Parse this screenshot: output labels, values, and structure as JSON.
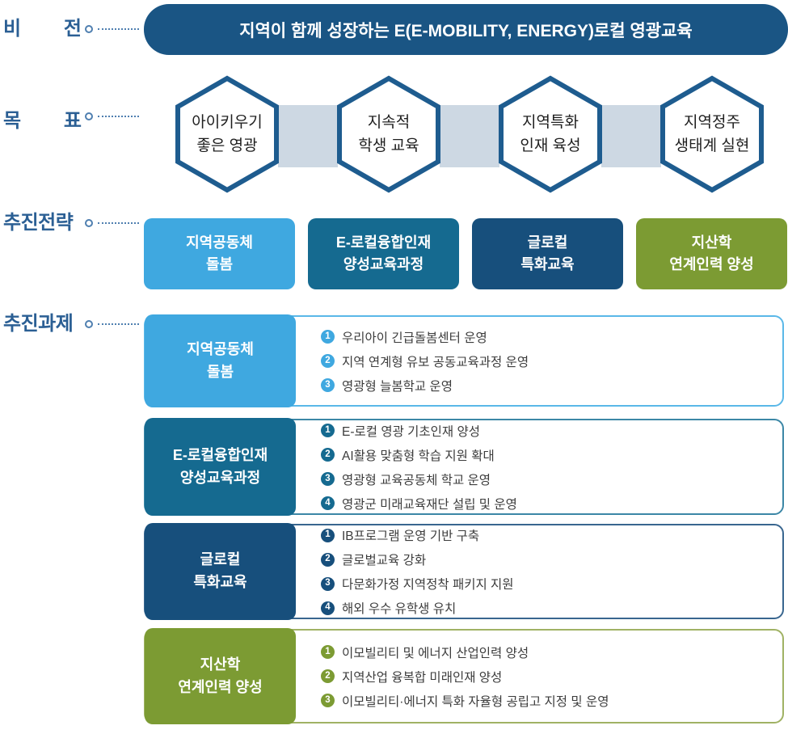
{
  "colors": {
    "banner_navy": "#1a5584",
    "hexagon_border": "#1e5c8f",
    "connector_blue": "#4f7fb0",
    "band_gray_blue": "#cdd8e3",
    "section_label_blue": "#2b5f94",
    "sky_blue": "#3fa8e0",
    "teal": "#156a90",
    "dark_blue": "#174f7c",
    "olive_green": "#7c9b33"
  },
  "vision": {
    "label_first": "비",
    "label_second": "전",
    "banner": "지역이 함께 성장하는 E(E-MOBILITY, ENERGY)로컬 영광교육"
  },
  "goals": {
    "label_first": "목",
    "label_second": "표",
    "items": [
      {
        "line1": "아이키우기",
        "line2": "좋은 영광"
      },
      {
        "line1": "지속적",
        "line2": "학생 교육"
      },
      {
        "line1": "지역특화",
        "line2": "인재 육성"
      },
      {
        "line1": "지역정주",
        "line2": "생태계 실현"
      }
    ]
  },
  "strategies": {
    "label": "추진전략",
    "items": [
      {
        "line1": "지역공동체",
        "line2": "돌봄"
      },
      {
        "line1": "E-로컬융합인재",
        "line2": "양성교육과정"
      },
      {
        "line1": "글로컬",
        "line2": "특화교육"
      },
      {
        "line1": "지산학",
        "line2": "연계인력 양성"
      }
    ]
  },
  "tasks": {
    "label": "추진과제",
    "rows": [
      {
        "title1": "지역공동체",
        "title2": "돌봄",
        "items": [
          {
            "num": "1",
            "text": "우리아이 긴급돌봄센터 운영"
          },
          {
            "num": "2",
            "text": "지역 연계형 유보 공동교육과정 운영"
          },
          {
            "num": "3",
            "text": "영광형 늘봄학교 운영"
          }
        ]
      },
      {
        "title1": "E-로컬융합인재",
        "title2": "양성교육과정",
        "items": [
          {
            "num": "1",
            "text": "E-로컬 영광 기초인재 양성"
          },
          {
            "num": "2",
            "text": "AI활용 맞춤형 학습 지원 확대"
          },
          {
            "num": "3",
            "text": "영광형 교육공동체 학교 운영"
          },
          {
            "num": "4",
            "text": "영광군 미래교육재단 설립 및 운영"
          }
        ]
      },
      {
        "title1": "글로컬",
        "title2": "특화교육",
        "items": [
          {
            "num": "1",
            "text": "IB프로그램 운영 기반 구축"
          },
          {
            "num": "2",
            "text": "글로벌교육 강화"
          },
          {
            "num": "3",
            "text": "다문화가정 지역정착 패키지 지원"
          },
          {
            "num": "4",
            "text": "해외 우수 유학생 유치"
          }
        ]
      },
      {
        "title1": "지산학",
        "title2": "연계인력 양성",
        "items": [
          {
            "num": "1",
            "text": "이모빌리티 및 에너지 산업인력 양성"
          },
          {
            "num": "2",
            "text": "지역산업 융복합 미래인재 양성"
          },
          {
            "num": "3",
            "text": "이모빌리티·에너지 특화 자율형 공립고 지정 및 운영"
          }
        ]
      }
    ]
  }
}
